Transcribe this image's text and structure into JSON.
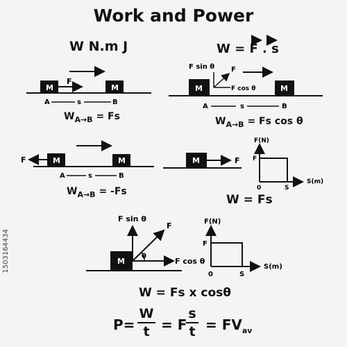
{
  "title": "Work and Power",
  "units": "W   N.m   J",
  "eq_vector": "W = F . s",
  "mass_label": "M",
  "vec_F": "F",
  "vec_s": "s",
  "point_a": "A",
  "point_b": "B",
  "eq1": "W",
  "eq1_sub": "A→B",
  "eq1_rhs": "= Fs",
  "eq2": "W",
  "eq2_sub": "A→B",
  "eq2_rhs": "= Fs cos θ",
  "eq3": "W",
  "eq3_sub": "A→B",
  "eq3_rhs": "= -Fs",
  "f_sin": "F sin θ",
  "f_cos": "F cos θ",
  "theta": "θ",
  "graph_y": "F(N)",
  "graph_x": "S(m)",
  "graph_zero": "0",
  "graph_s": "S",
  "graph_f": "F",
  "eq_w_fs": "W = Fs",
  "eq_w_fs_cos": "W = Fs x cosθ",
  "power_p": "P=",
  "power_w": "W",
  "power_t": "t",
  "power_eq": "= F",
  "power_s": "s",
  "power_t2": "t",
  "power_fv": "= FV",
  "power_av": "av",
  "stock_id": "1503164434"
}
